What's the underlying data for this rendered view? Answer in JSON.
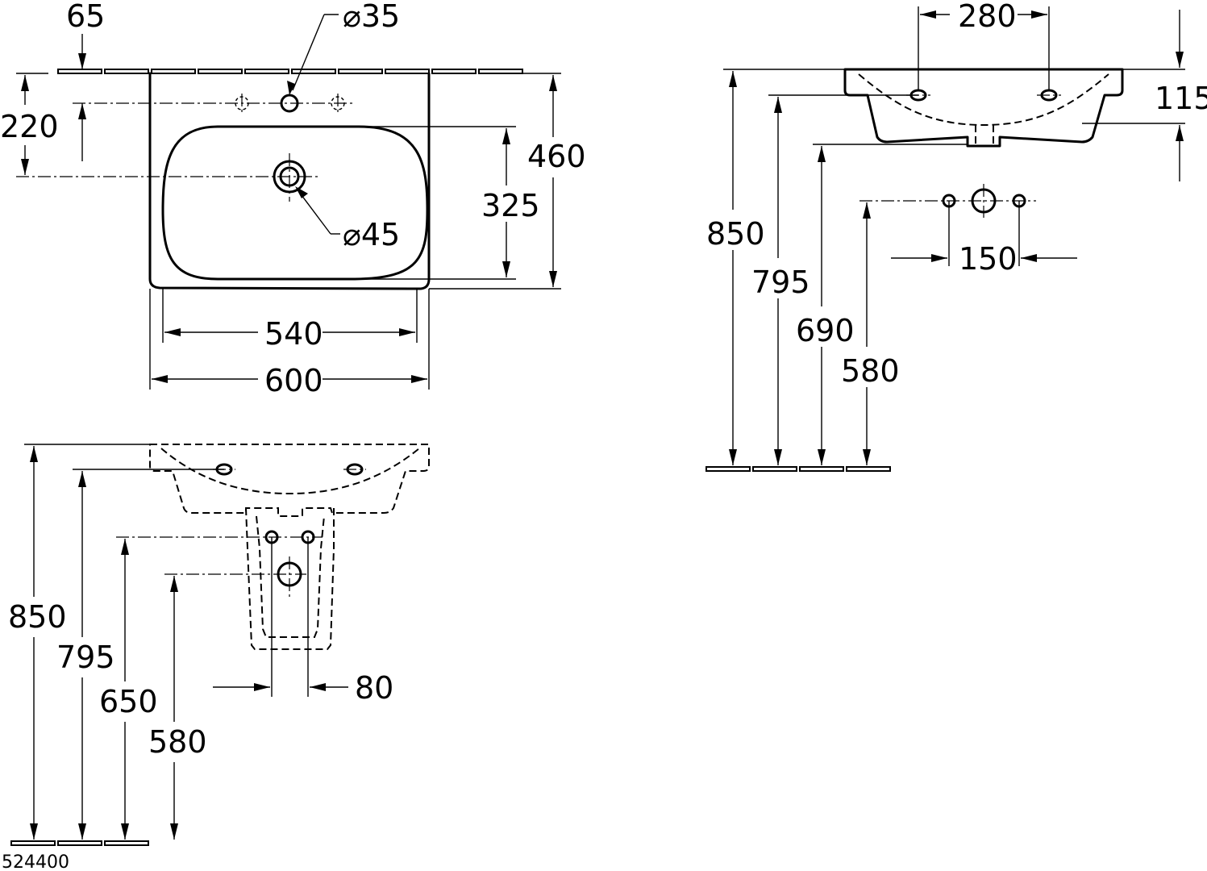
{
  "drawing": {
    "product_code": "524400",
    "top_view": {
      "tap_hole_diameter": "⌀35",
      "overflow_diameter": "⌀45",
      "wall_offset": "65",
      "tap_hole_depth": "220",
      "bowl_depth": "325",
      "total_depth": "460",
      "bowl_width": "540",
      "total_width": "600"
    },
    "side_view": {
      "overflow_spacing": "280",
      "basin_height": "115",
      "rim_height": "850",
      "overflow_height": "795",
      "outlet_height": "690",
      "supply_height": "580",
      "supply_spacing": "150"
    },
    "front_view": {
      "rim_height": "850",
      "overflow_height": "795",
      "supply_height": "650",
      "waste_height": "580",
      "supply_spacing": "80"
    }
  }
}
